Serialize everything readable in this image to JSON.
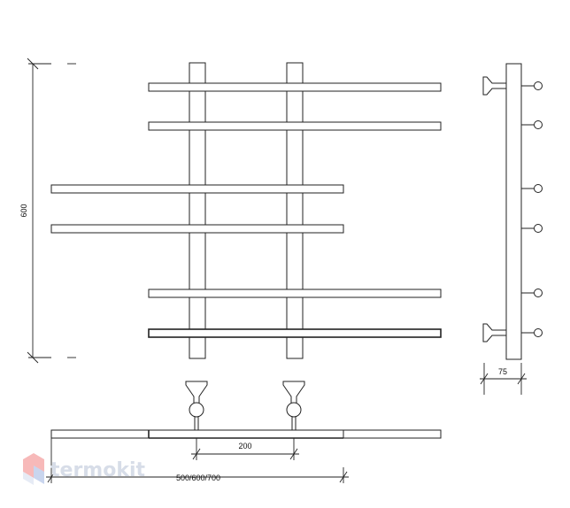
{
  "drawing": {
    "dimensions": {
      "height_label": "600",
      "depth_label": "75",
      "spacing_label": "200",
      "width_label": "500/600/700"
    },
    "logo": {
      "text": "termokit",
      "colors": {
        "text": "#d7dde8",
        "hex_left": "#f7b9b9",
        "hex_right": "#c9d5ee"
      }
    },
    "colors": {
      "line": "#222222",
      "background": "#ffffff"
    }
  }
}
